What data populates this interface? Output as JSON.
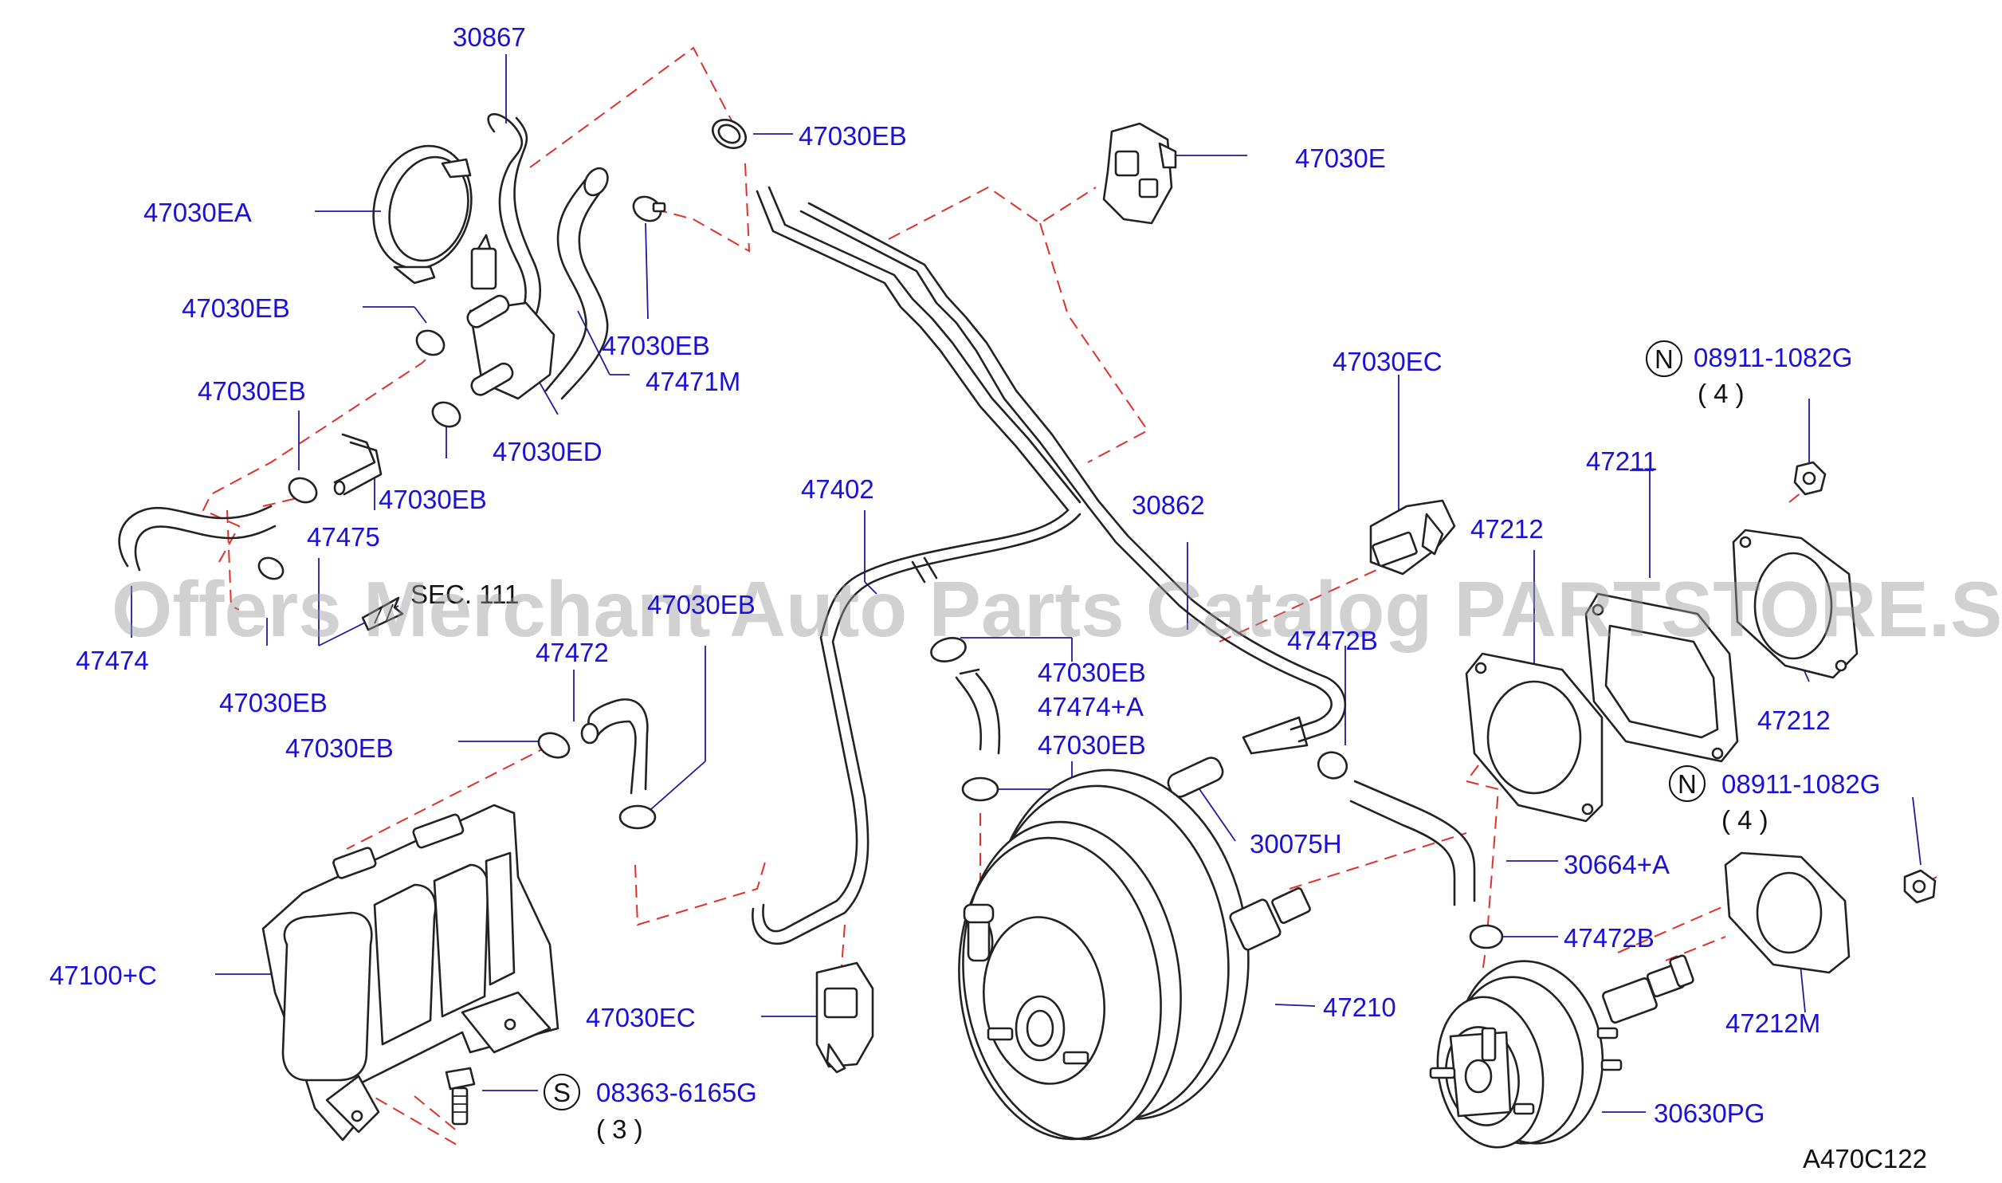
{
  "diagram_code": "A470C122",
  "watermark": "Offers Merchant Auto Parts Catalog PARTSTORE.SA",
  "section_ref": "SEC. 111",
  "labels": {
    "l30867": "30867",
    "l47030EB_top": "47030EB",
    "l47030E": "47030E",
    "l47030EA": "47030EA",
    "l47030EB_a": "47030EB",
    "l47030EB_b": "47030EB",
    "l47471M": "47471M",
    "l47030EB_c": "47030EB",
    "l47030ED": "47030ED",
    "l47030EB_d": "47030EB",
    "l47475": "47475",
    "l47474": "47474",
    "l47030EB_e": "47030EB",
    "l47402": "47402",
    "l47030EB_f": "47030EB",
    "l47472": "47472",
    "l47030EB_g": "47030EB",
    "l47030EB_h": "47030EB",
    "l47474A": "47474+A",
    "l47030EB_i": "47030EB",
    "l30862": "30862",
    "l47030EC_top": "47030EC",
    "l47472B_a": "47472B",
    "l30075H": "30075H",
    "l30664A": "30664+A",
    "l47472B_b": "47472B",
    "l47212_a": "47212",
    "l47211": "47211",
    "l47212_b": "47212",
    "l08911_a": "08911-1082G",
    "l08911_a_qty": "( 4 )",
    "l08911_b": "08911-1082G",
    "l08911_b_qty": "( 4 )",
    "l47212M": "47212M",
    "l47100C": "47100+C",
    "l47030EC_bot": "47030EC",
    "l08363": "08363-6165G",
    "l08363_qty": "( 3 )",
    "l47210": "47210",
    "l30630PG": "30630PG",
    "badge_n": "N",
    "badge_s": "S"
  },
  "colors": {
    "label_text": "#1a10d8",
    "leader_line": "#1c1c9c",
    "dashed_reference": "#e0302a",
    "part_outline": "#222222"
  }
}
